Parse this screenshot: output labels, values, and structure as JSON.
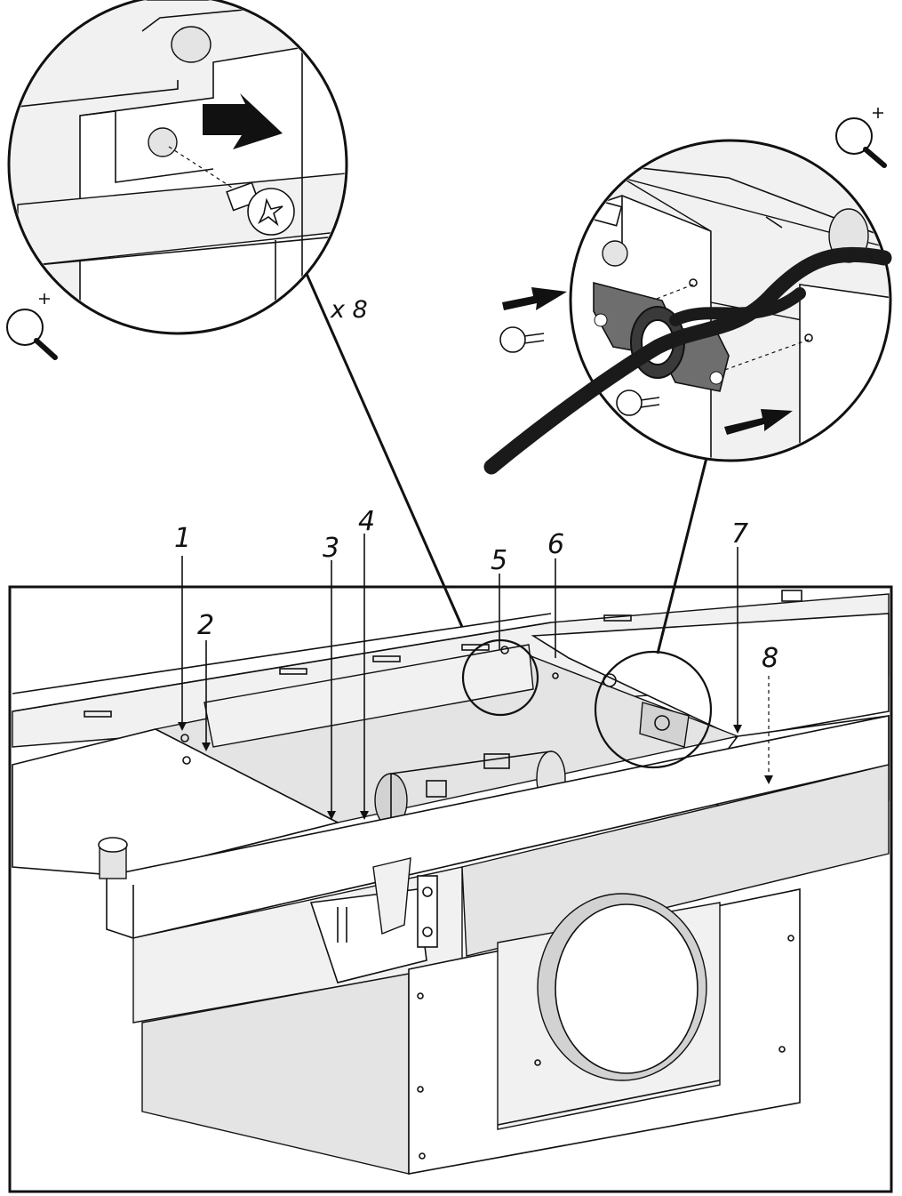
{
  "callouts": [
    {
      "id": "1",
      "label": "1"
    },
    {
      "id": "2",
      "label": "2"
    },
    {
      "id": "3",
      "label": "3"
    },
    {
      "id": "4",
      "label": "4"
    },
    {
      "id": "5",
      "label": "5"
    },
    {
      "id": "6",
      "label": "6"
    },
    {
      "id": "7",
      "label": "7"
    },
    {
      "id": "8",
      "label": "8"
    }
  ],
  "screw_multiplier": "x 8",
  "icons": {
    "zoom_left": "magnifier-plus-icon",
    "zoom_right": "magnifier-plus-icon",
    "insert_arrow": "push-arrow-icon"
  },
  "colors": {
    "line": "#111111",
    "light_shade": "#f1f1f1",
    "mid_shade": "#e4e4e4",
    "dark_shade": "#d2d2d2",
    "cable": "#1a1a1a",
    "gasket": "#6e6e6e"
  }
}
